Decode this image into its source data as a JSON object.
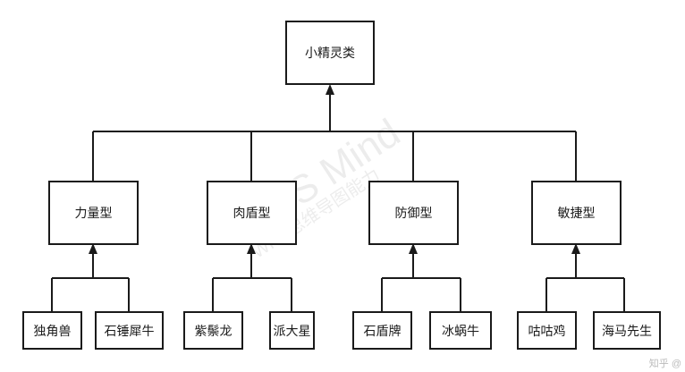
{
  "root": {
    "label": "小精灵类"
  },
  "categories": [
    {
      "label": "力量型",
      "children": [
        "独角兽",
        "石锤犀牛"
      ]
    },
    {
      "label": "肉盾型",
      "children": [
        "紫鬃龙",
        "派大星"
      ]
    },
    {
      "label": "防御型",
      "children": [
        "石盾牌",
        "冰蜗牛"
      ]
    },
    {
      "label": "敏捷型",
      "children": [
        "咕咕鸡",
        "海马先生"
      ]
    }
  ],
  "watermark": {
    "title": "WPS Mind",
    "subtitle": "WPS思维导图能力"
  },
  "corner_mark": "知乎 @"
}
